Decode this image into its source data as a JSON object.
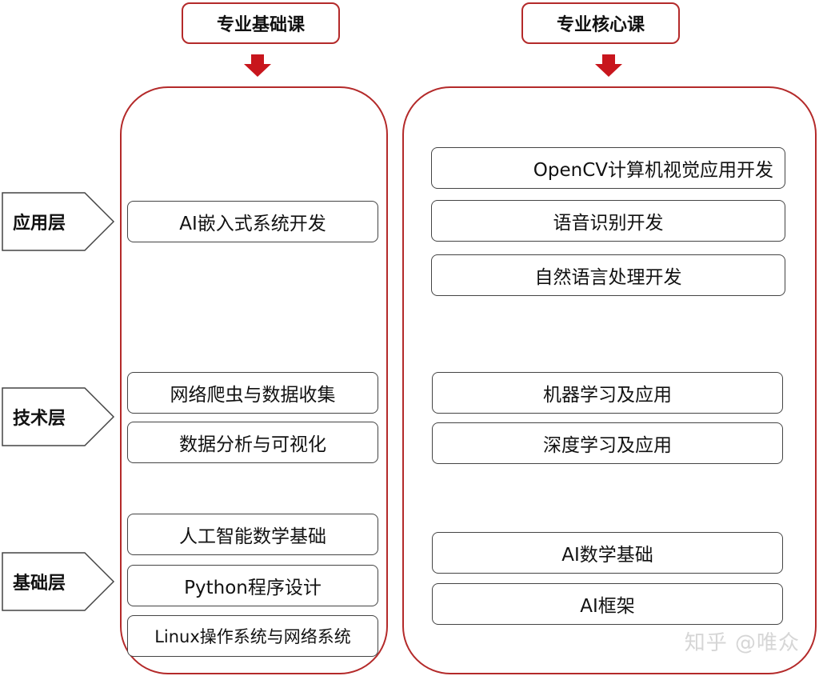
{
  "headers": {
    "foundation": "专业基础课",
    "core": "专业核心课"
  },
  "layers": {
    "application": "应用层",
    "technology": "技术层",
    "basic": "基础层"
  },
  "foundation_courses": [
    "AI嵌入式系统开发",
    "网络爬虫与数据收集",
    "数据分析与可视化",
    "人工智能数学基础",
    "Python程序设计",
    "Linux操作系统与网络系统"
  ],
  "core_courses": [
    "OpenCV计算机视觉应用开发",
    "语音识别开发",
    "自然语言处理开发",
    "机器学习及应用",
    "深度学习及应用",
    "AI数学基础",
    "AI框架"
  ],
  "watermark": "知乎 @唯众",
  "colors": {
    "accent": "#b42a2a",
    "arrow": "#c8161d",
    "box_border": "#444444"
  }
}
